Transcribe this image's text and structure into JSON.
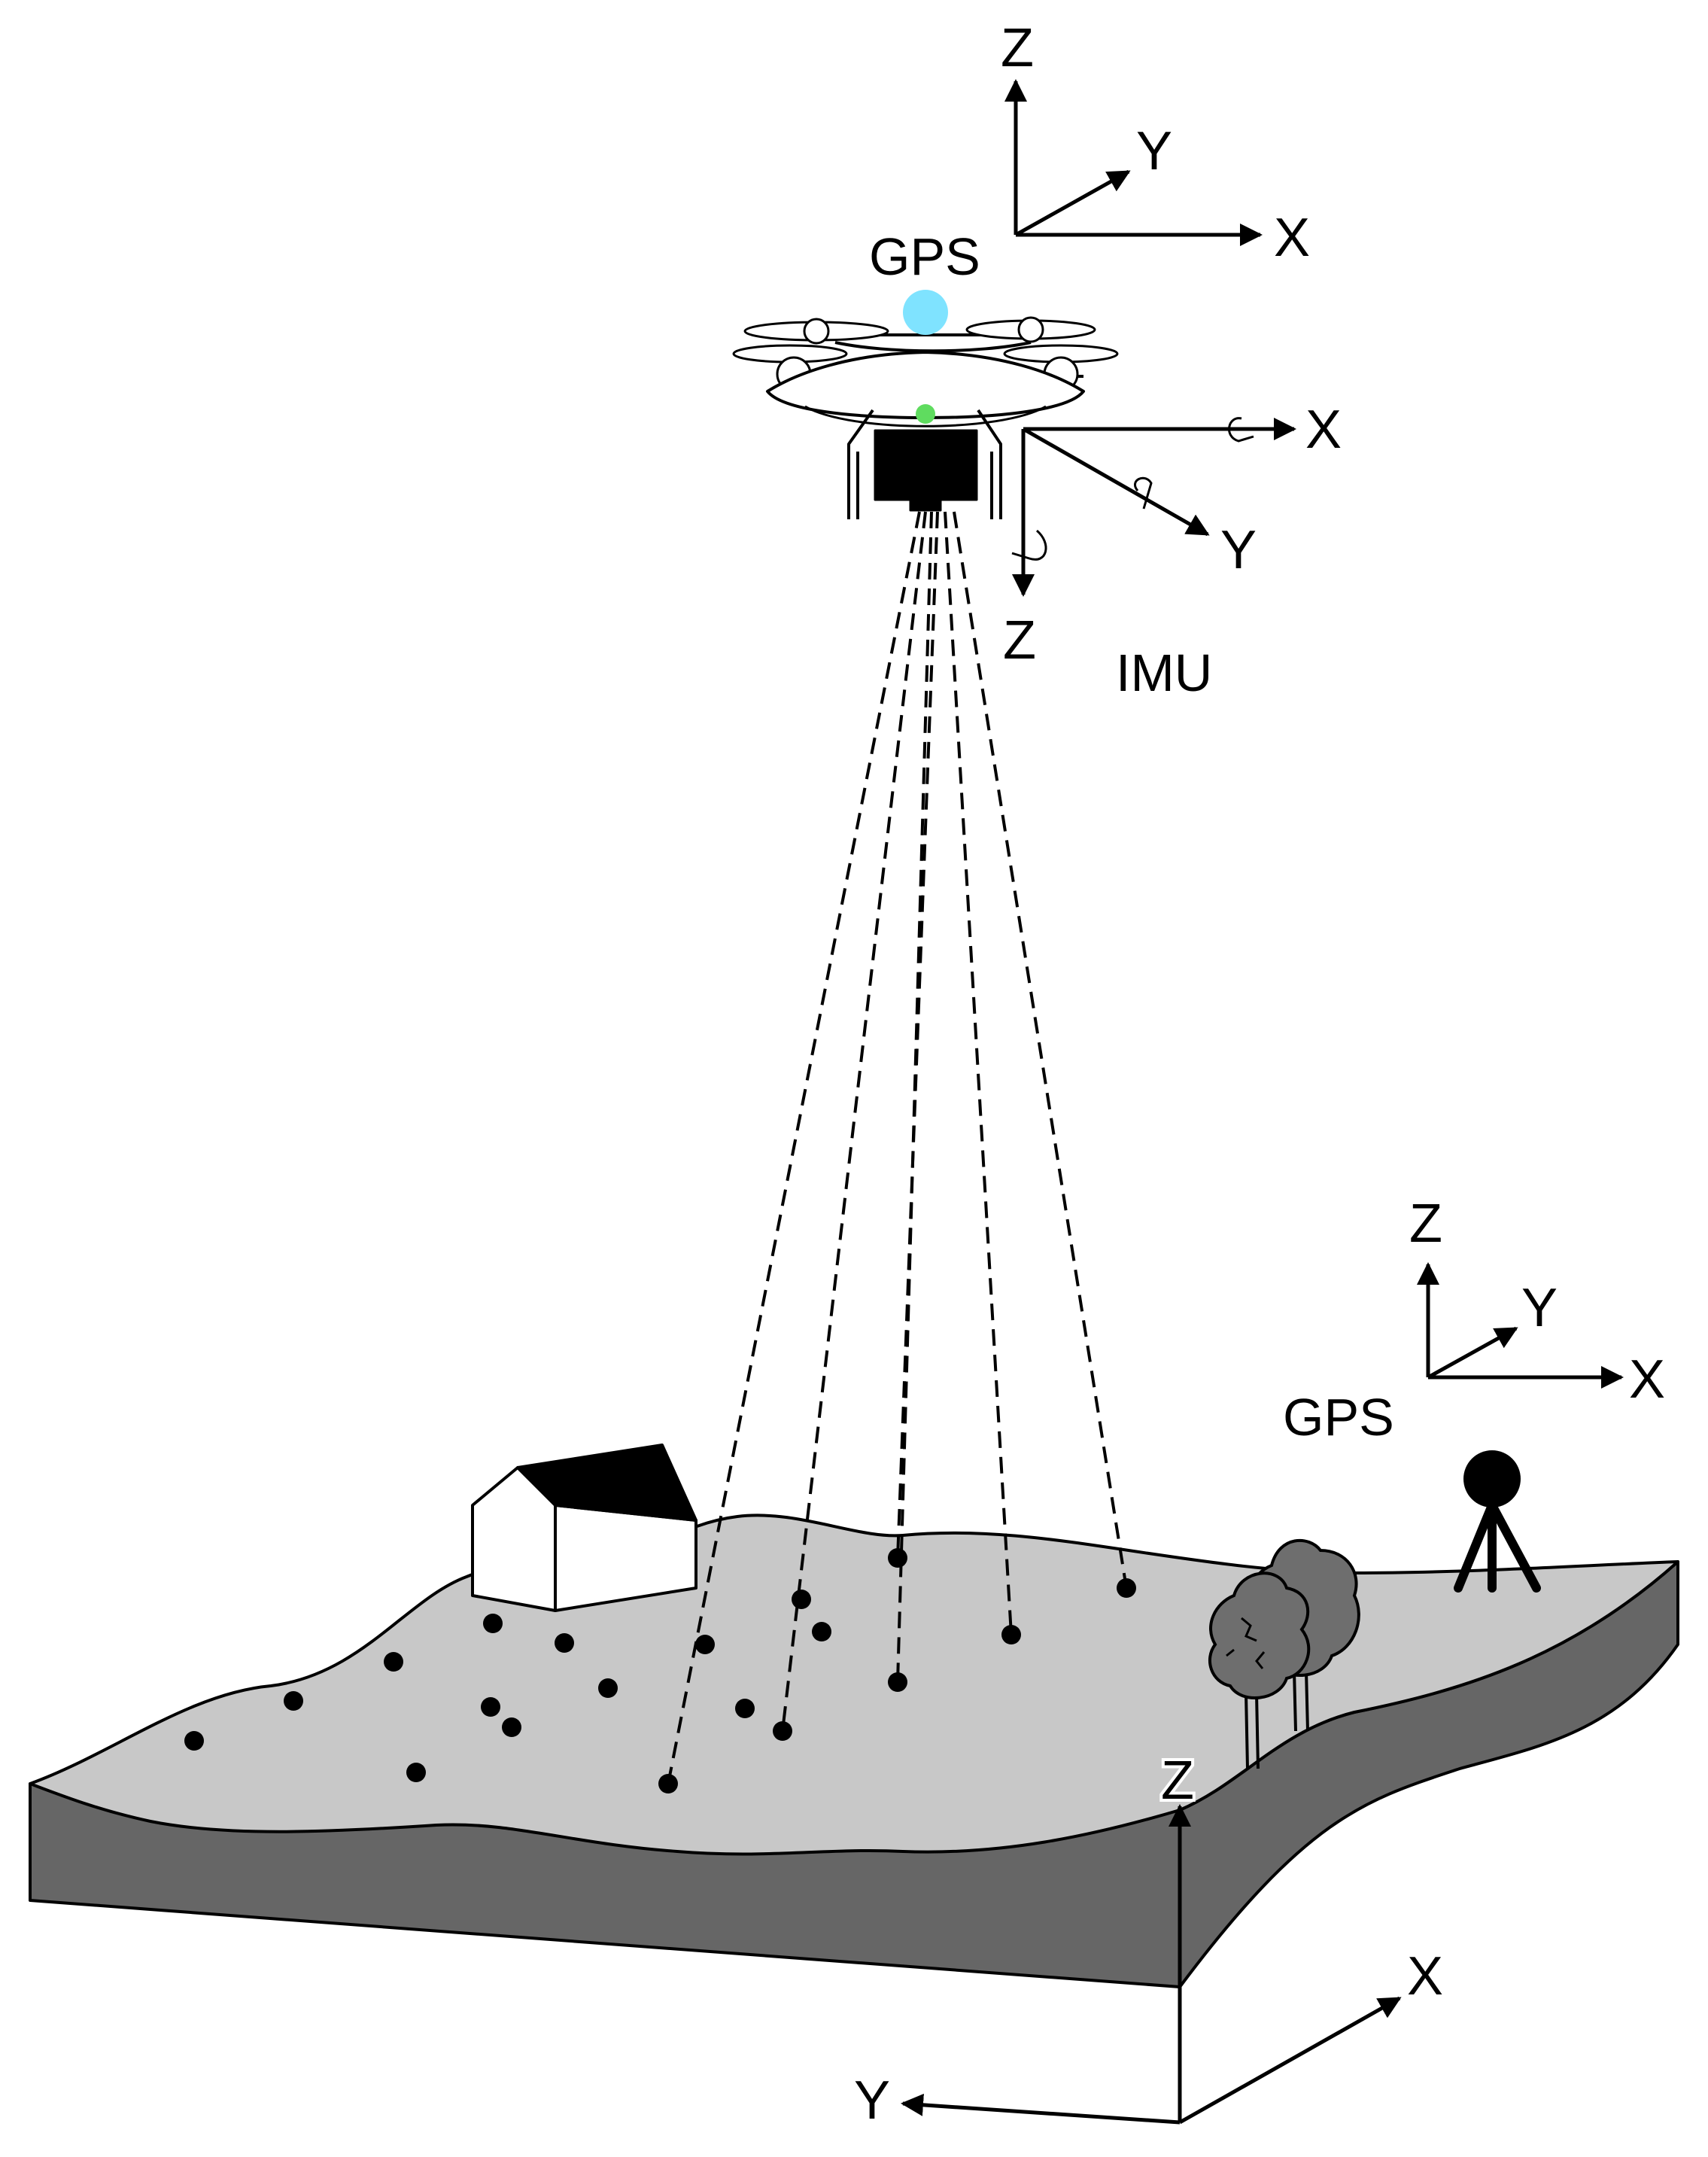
{
  "figure": {
    "drone_frame": {
      "x": "X",
      "y": "Y",
      "z": "Z"
    },
    "drone_gps_label": "GPS",
    "imu_frame": {
      "x": "X",
      "y": "Y",
      "z": "Z"
    },
    "imu_label": "IMU",
    "base_frame": {
      "x": "X",
      "y": "Y",
      "z": "Z"
    },
    "base_gps_label": "GPS",
    "ground_frame": {
      "x": "X",
      "y": "Y",
      "z": "Z"
    },
    "colors": {
      "gps_antenna": "#7fe3ff",
      "imu_point": "#5fdc5f",
      "terrain_top": "#c8c8c8",
      "terrain_side": "#666666",
      "tree": "#6e6e6e"
    }
  }
}
